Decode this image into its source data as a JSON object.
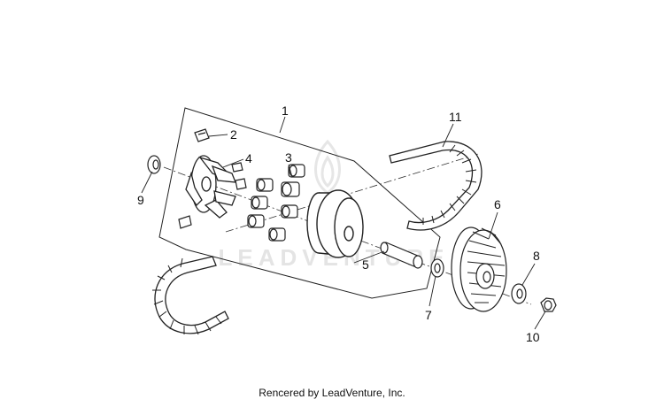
{
  "diagram": {
    "callouts": [
      "1",
      "2",
      "3",
      "4",
      "5",
      "6",
      "7",
      "8",
      "9",
      "10",
      "11"
    ],
    "watermark": "LEADVENTURE",
    "footer": "Rencered by LeadVenture, Inc."
  },
  "colors": {
    "line": "#1a1a1a",
    "watermark": "#e4e4e4"
  }
}
